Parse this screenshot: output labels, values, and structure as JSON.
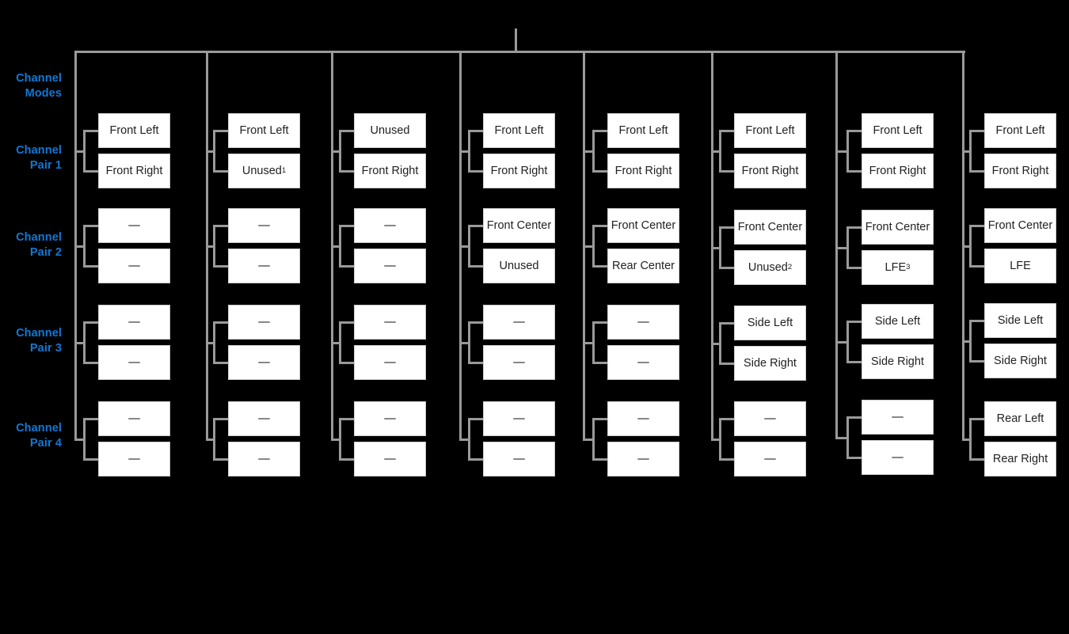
{
  "diagram": {
    "title": "Channel Modes / Channel Pair assignment tree",
    "accent_color": "#1178d4",
    "line_color": "#9a9a9a",
    "box_fill": "#ffffff",
    "box_border": "#cccccc",
    "background": "#000000",
    "empty_glyph": "—"
  },
  "row_labels": [
    {
      "id": "channel-modes",
      "text": "Channel\nModes"
    },
    {
      "id": "channel-pair-1",
      "text": "Channel\nPair 1"
    },
    {
      "id": "channel-pair-2",
      "text": "Channel\nPair 2"
    },
    {
      "id": "channel-pair-3",
      "text": "Channel\nPair 3"
    },
    {
      "id": "channel-pair-4",
      "text": "Channel\nPair 4"
    }
  ],
  "columns": [
    {
      "id": "mode-1",
      "pairs": [
        {
          "id": "pair-1",
          "a": {
            "label": "Front Left",
            "sup": ""
          },
          "b": {
            "label": "Front Right",
            "sup": ""
          }
        },
        {
          "id": "pair-2",
          "a": {
            "label": "—",
            "sup": ""
          },
          "b": {
            "label": "—",
            "sup": ""
          }
        },
        {
          "id": "pair-3",
          "a": {
            "label": "—",
            "sup": ""
          },
          "b": {
            "label": "—",
            "sup": ""
          }
        },
        {
          "id": "pair-4",
          "a": {
            "label": "—",
            "sup": ""
          },
          "b": {
            "label": "—",
            "sup": ""
          }
        }
      ]
    },
    {
      "id": "mode-2",
      "pairs": [
        {
          "id": "pair-1",
          "a": {
            "label": "Front Left",
            "sup": ""
          },
          "b": {
            "label": "Unused",
            "sup": "1"
          }
        },
        {
          "id": "pair-2",
          "a": {
            "label": "—",
            "sup": ""
          },
          "b": {
            "label": "—",
            "sup": ""
          }
        },
        {
          "id": "pair-3",
          "a": {
            "label": "—",
            "sup": ""
          },
          "b": {
            "label": "—",
            "sup": ""
          }
        },
        {
          "id": "pair-4",
          "a": {
            "label": "—",
            "sup": ""
          },
          "b": {
            "label": "—",
            "sup": ""
          }
        }
      ]
    },
    {
      "id": "mode-3",
      "pairs": [
        {
          "id": "pair-1",
          "a": {
            "label": "Unused",
            "sup": ""
          },
          "b": {
            "label": "Front Right",
            "sup": ""
          }
        },
        {
          "id": "pair-2",
          "a": {
            "label": "—",
            "sup": ""
          },
          "b": {
            "label": "—",
            "sup": ""
          }
        },
        {
          "id": "pair-3",
          "a": {
            "label": "—",
            "sup": ""
          },
          "b": {
            "label": "—",
            "sup": ""
          }
        },
        {
          "id": "pair-4",
          "a": {
            "label": "—",
            "sup": ""
          },
          "b": {
            "label": "—",
            "sup": ""
          }
        }
      ]
    },
    {
      "id": "mode-4",
      "pairs": [
        {
          "id": "pair-1",
          "a": {
            "label": "Front Left",
            "sup": ""
          },
          "b": {
            "label": "Front Right",
            "sup": ""
          }
        },
        {
          "id": "pair-2",
          "a": {
            "label": "Front Center",
            "sup": ""
          },
          "b": {
            "label": "Unused",
            "sup": ""
          }
        },
        {
          "id": "pair-3",
          "a": {
            "label": "—",
            "sup": ""
          },
          "b": {
            "label": "—",
            "sup": ""
          }
        },
        {
          "id": "pair-4",
          "a": {
            "label": "—",
            "sup": ""
          },
          "b": {
            "label": "—",
            "sup": ""
          }
        }
      ]
    },
    {
      "id": "mode-5",
      "pairs": [
        {
          "id": "pair-1",
          "a": {
            "label": "Front Left",
            "sup": ""
          },
          "b": {
            "label": "Front Right",
            "sup": ""
          }
        },
        {
          "id": "pair-2",
          "a": {
            "label": "Front Center",
            "sup": ""
          },
          "b": {
            "label": "Rear Center",
            "sup": ""
          }
        },
        {
          "id": "pair-3",
          "a": {
            "label": "—",
            "sup": ""
          },
          "b": {
            "label": "—",
            "sup": ""
          }
        },
        {
          "id": "pair-4",
          "a": {
            "label": "—",
            "sup": ""
          },
          "b": {
            "label": "—",
            "sup": ""
          }
        }
      ]
    },
    {
      "id": "mode-6",
      "pairs": [
        {
          "id": "pair-1",
          "a": {
            "label": "Front Left",
            "sup": ""
          },
          "b": {
            "label": "Front Right",
            "sup": ""
          }
        },
        {
          "id": "pair-2",
          "a": {
            "label": "Front Center",
            "sup": ""
          },
          "b": {
            "label": "Unused",
            "sup": "2"
          }
        },
        {
          "id": "pair-3",
          "a": {
            "label": "Side Left",
            "sup": ""
          },
          "b": {
            "label": "Side Right",
            "sup": ""
          }
        },
        {
          "id": "pair-4",
          "a": {
            "label": "—",
            "sup": ""
          },
          "b": {
            "label": "—",
            "sup": ""
          }
        }
      ]
    },
    {
      "id": "mode-7",
      "pairs": [
        {
          "id": "pair-1",
          "a": {
            "label": "Front Left",
            "sup": ""
          },
          "b": {
            "label": "Front Right",
            "sup": ""
          }
        },
        {
          "id": "pair-2",
          "a": {
            "label": "Front Center",
            "sup": ""
          },
          "b": {
            "label": "LFE",
            "sup": "3"
          }
        },
        {
          "id": "pair-3",
          "a": {
            "label": "Side Left",
            "sup": ""
          },
          "b": {
            "label": "Side Right",
            "sup": ""
          }
        },
        {
          "id": "pair-4",
          "a": {
            "label": "—",
            "sup": ""
          },
          "b": {
            "label": "—",
            "sup": ""
          }
        }
      ]
    },
    {
      "id": "mode-8",
      "pairs": [
        {
          "id": "pair-1",
          "a": {
            "label": "Front Left",
            "sup": ""
          },
          "b": {
            "label": "Front Right",
            "sup": ""
          }
        },
        {
          "id": "pair-2",
          "a": {
            "label": "Front Center",
            "sup": ""
          },
          "b": {
            "label": "LFE",
            "sup": ""
          }
        },
        {
          "id": "pair-3",
          "a": {
            "label": "Side Left",
            "sup": ""
          },
          "b": {
            "label": "Side Right",
            "sup": ""
          }
        },
        {
          "id": "pair-4",
          "a": {
            "label": "Rear Left",
            "sup": ""
          },
          "b": {
            "label": "Rear Right",
            "sup": ""
          }
        }
      ]
    }
  ]
}
